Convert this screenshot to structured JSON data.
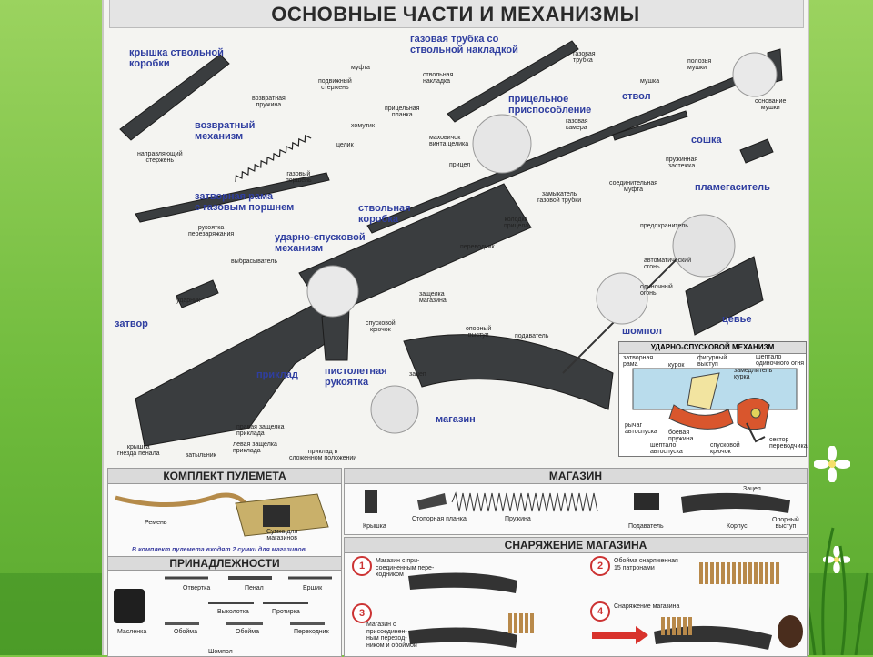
{
  "title": "ОСНОВНЫЕ ЧАСТИ И МЕХАНИЗМЫ",
  "main_labels": {
    "cover": [
      "крышка ствольной",
      "коробки"
    ],
    "gas_tube_cover": [
      "газовая трубка со",
      "ствольной накладкой"
    ],
    "return_mech": [
      "возвратный",
      "механизм"
    ],
    "bolt_carrier": [
      "затворная рама",
      "с газовым поршнем"
    ],
    "receiver": [
      "ствольная",
      "коробка"
    ],
    "trigger_mech": [
      "ударно-спусковой",
      "механизм"
    ],
    "bolt": "затвор",
    "sight": [
      "прицельное",
      "приспособление"
    ],
    "barrel": "ствол",
    "bipod": "сошка",
    "flash": "пламегаситель",
    "rod": "шомпол",
    "handguard": "цевье",
    "stock": "приклад",
    "grip": [
      "пистолетная",
      "рукоятка"
    ],
    "magazine": "магазин"
  },
  "small_labels": {
    "mufta": "муфта",
    "movable_rod": [
      "подвижный",
      "стержень"
    ],
    "return_spring": [
      "возвратная",
      "пружина"
    ],
    "guide_rod": [
      "направляющий",
      "стержень"
    ],
    "gas_piston": [
      "газовый",
      "поршень"
    ],
    "charging_handle": [
      "рукоятка",
      "перезаряжания"
    ],
    "ejector": "выбрасыватель",
    "firing_pin": "ударник",
    "gas_tube": [
      "газовая",
      "трубка"
    ],
    "handguard_pad": [
      "ствольная",
      "накладка"
    ],
    "front_sight": "мушка",
    "sight_guards": [
      "полозья",
      "мушки"
    ],
    "sight_base": [
      "основание",
      "мушки"
    ],
    "clamp": "хомутик",
    "sight_leaf": [
      "прицельная",
      "планка"
    ],
    "slider": "целик",
    "flywheel": [
      "маховичок",
      "винта целика"
    ],
    "sight_block": "прицел",
    "gas_chamber": [
      "газовая",
      "камера"
    ],
    "bipod_latch": [
      "пружинная",
      "застежка"
    ],
    "coupling": [
      "соединительная",
      "муфта"
    ],
    "gas_lock": [
      "замыкатель",
      "газовой трубки"
    ],
    "sight_block_base": [
      "колодка",
      "прицела"
    ],
    "safety": "предохранитель",
    "auto_fire": [
      "автоматический",
      "огонь"
    ],
    "single_fire": [
      "одиночный",
      "огонь"
    ],
    "selector": "переводчик",
    "mag_latch": [
      "защелка",
      "магазина"
    ],
    "trigger": [
      "спусковой",
      "крючок"
    ],
    "stop_tab": [
      "опорный",
      "выступ"
    ],
    "follower": "подаватель",
    "hook": "зацеп",
    "right_latch": [
      "правая защелка",
      "приклада"
    ],
    "left_latch": [
      "левая защелка",
      "приклада"
    ],
    "butt_hook": [
      "приклад в",
      "сложенном положении"
    ],
    "buttpad": [
      "крышка",
      "гнезда пенала"
    ],
    "butt_plate": "затыльник"
  },
  "fire_control": {
    "title": "УДАРНО-СПУСКОВОЙ МЕХАНИЗМ",
    "labels": {
      "frame": [
        "затворная",
        "рама"
      ],
      "hammer": "курок",
      "hook_tab": [
        "фигурный",
        "выступ"
      ],
      "retarder": [
        "замедлитель",
        "курка"
      ],
      "axis": [
        "шептало",
        "одиночного огня"
      ],
      "sear_lever": [
        "рычаг",
        "автоспуска"
      ],
      "combat_spring": [
        "боевая",
        "пружина"
      ],
      "auto_sear": [
        "шептало",
        "автоспуска"
      ],
      "trigger2": [
        "спусковой",
        "крючок"
      ],
      "selector_sector": [
        "сектор",
        "переводчика"
      ]
    }
  },
  "kit": {
    "title": "КОМПЛЕКТ ПУЛЕМЕТА",
    "belt": "Ремень",
    "bag": [
      "Сумка для",
      "магазинов"
    ],
    "note": "В комплект пулемета входят 2 сумки для магазинов",
    "acc_title": "ПРИНАДЛЕЖНОСТИ",
    "items": [
      "Отвертка",
      "Пенал",
      "Ершик",
      "Выколотка",
      "Протирка",
      "Масленка",
      "Обойма",
      "Обойма",
      "Переходник"
    ],
    "bottom": "Шомпол"
  },
  "mag_section": {
    "title": "МАГАЗИН",
    "items": [
      "Крышка",
      "Стопорная планка",
      "Пружина",
      "Подаватель",
      "Корпус"
    ],
    "hook": "Зацеп",
    "stop": [
      "Опорный",
      "выступ"
    ]
  },
  "loading": {
    "title": "СНАРЯЖЕНИЕ МАГАЗИНА",
    "steps": [
      {
        "n": "1",
        "text": [
          "Магазин с при-",
          "соединенным пере-",
          "ходником"
        ]
      },
      {
        "n": "2",
        "text": [
          "Обойма снаряженная",
          "15 патронами"
        ]
      },
      {
        "n": "3",
        "text": [
          "Магазин с",
          "присоединен-",
          "ным переход-",
          "ником и обоймой"
        ]
      },
      {
        "n": "4",
        "text": [
          "Снаряжение магазина"
        ]
      }
    ]
  }
}
